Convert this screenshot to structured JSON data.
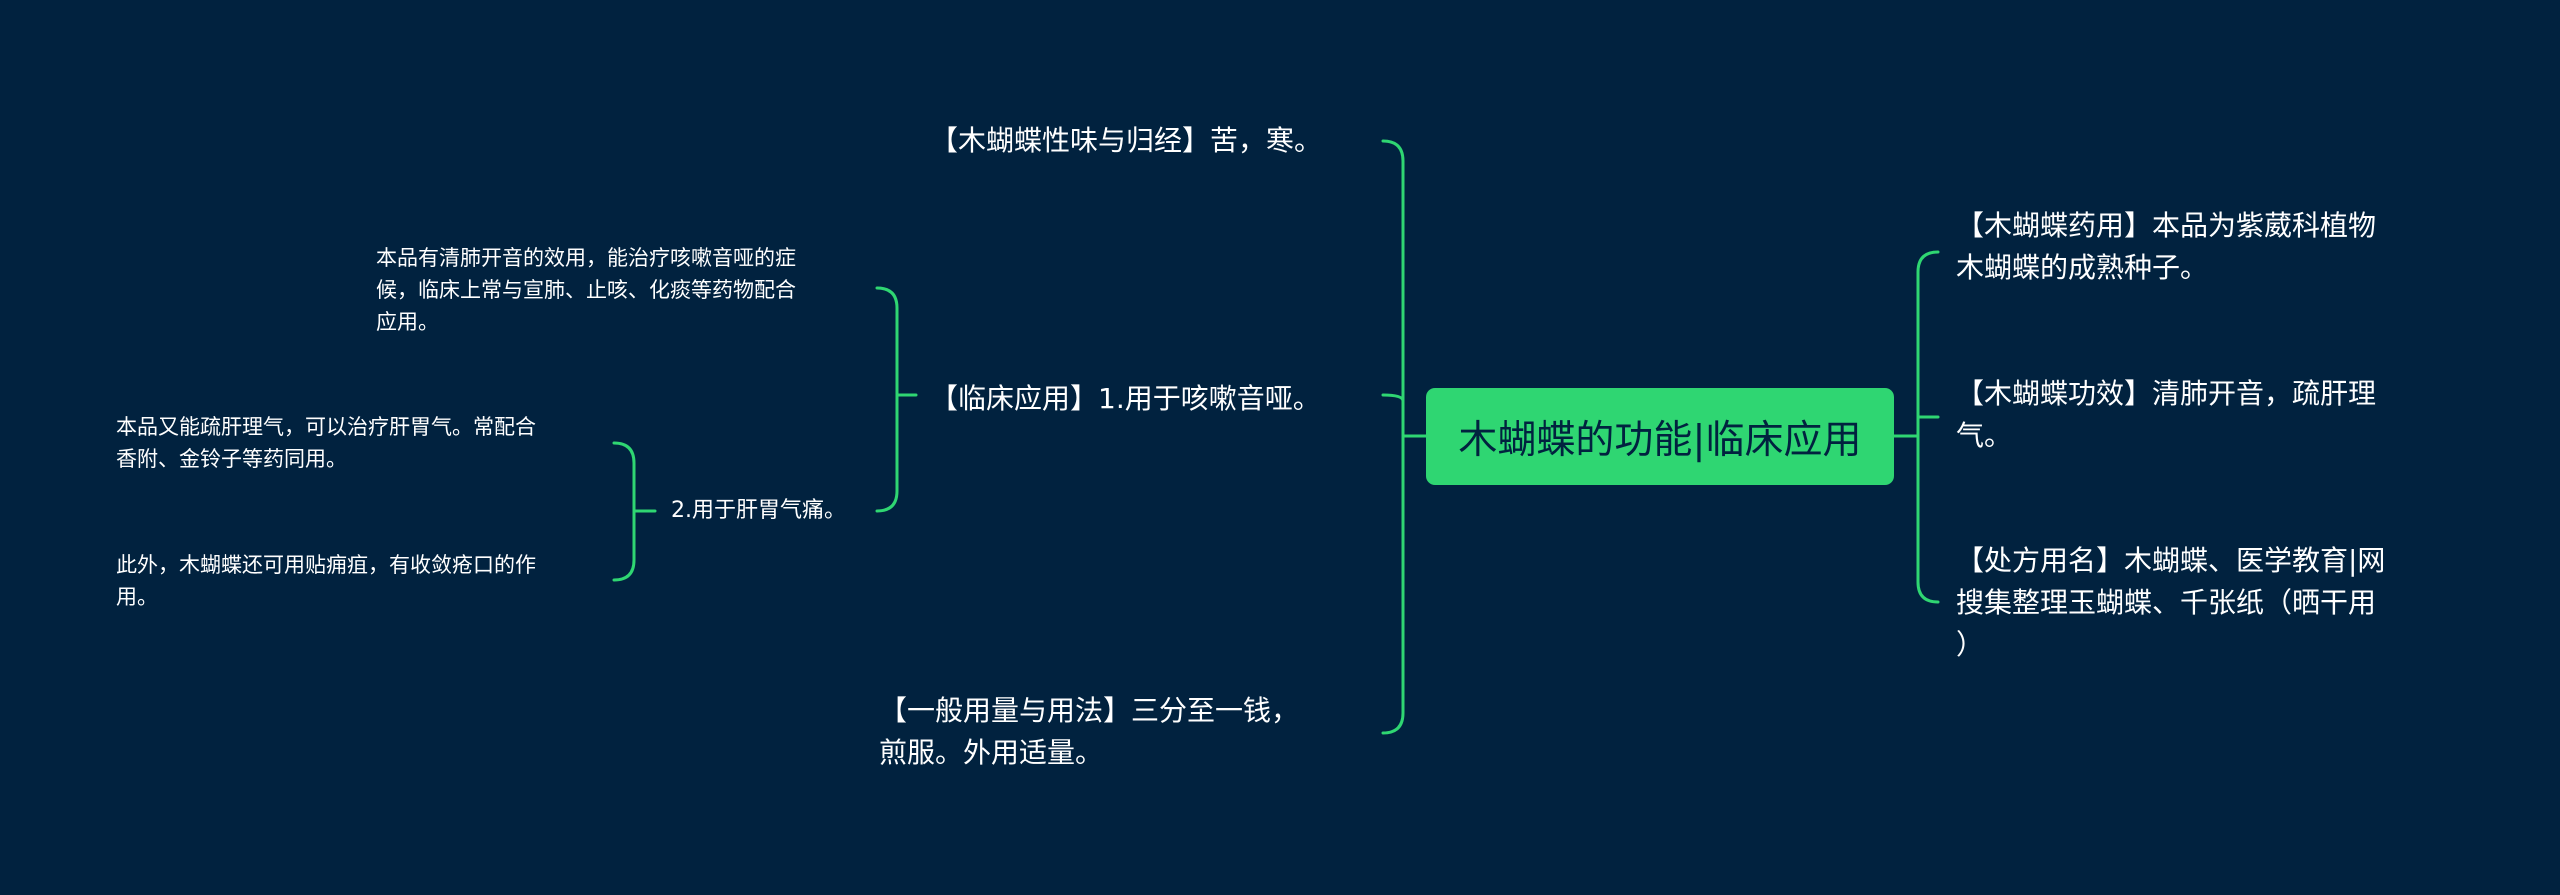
{
  "central": {
    "label": "木蝴蝶的功能|临床应用"
  },
  "right_branches": [
    {
      "lines": [
        "【木蝴蝶药用】本品为紫葳科植物",
        "木蝴蝶的成熟种子。"
      ]
    },
    {
      "lines": [
        "【木蝴蝶功效】清肺开音，疏肝理",
        "气。"
      ]
    },
    {
      "lines": [
        "【处方用名】木蝴蝶、医学教育|网",
        "搜集整理玉蝴蝶、千张纸（晒干用",
        "）"
      ]
    }
  ],
  "left_branches": {
    "nature": {
      "lines": [
        "【木蝴蝶性味与归经】苦，寒。"
      ]
    },
    "clinical": {
      "label": "【临床应用】1.用于咳嗽音哑。",
      "detail": {
        "lines": [
          "本品有清肺开音的效用，能治疗咳嗽音哑的症",
          "候，临床上常与宣肺、止咳、化痰等药物配合",
          "应用。"
        ]
      },
      "sub": {
        "label": "2.用于肝胃气痛。",
        "items": [
          {
            "lines": [
              "本品又能疏肝理气，可以治疗肝胃气。常配合",
              "香附、金铃子等药同用。"
            ]
          },
          {
            "lines": [
              "此外，木蝴蝶还可用贴痈疽，有收敛疮口的作",
              "用。"
            ]
          }
        ]
      }
    },
    "dosage": {
      "lines": [
        "【一般用量与用法】三分至一钱，",
        "煎服。外用适量。"
      ]
    }
  },
  "colors": {
    "background": "#01223f",
    "central_fill": "#2fd672",
    "connector": "#2fd672",
    "text": "#ffffff"
  }
}
